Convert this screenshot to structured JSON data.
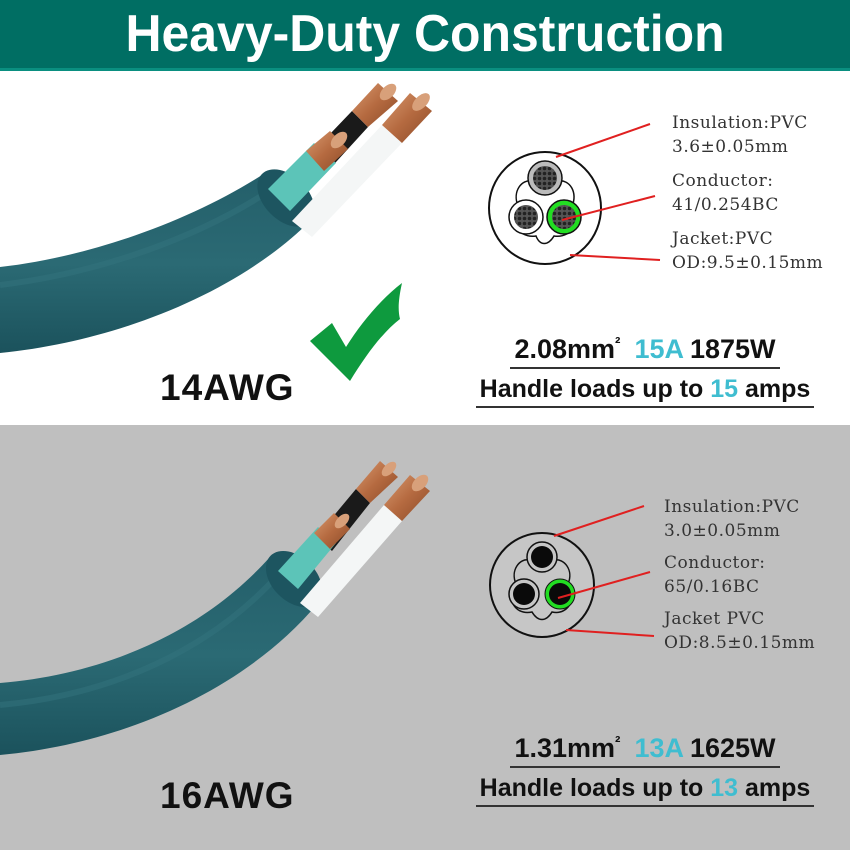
{
  "header": {
    "title": "Heavy-Duty Construction"
  },
  "colors": {
    "header_bg": "#006e63",
    "cable_jacket": "#1e5a65",
    "accent_cyan": "#3fbdd0",
    "check_green": "#0e9a3e",
    "bottom_bg": "#bfbfbf",
    "pointer_red": "#e02020",
    "insulation_green": "#22dd22"
  },
  "top": {
    "gauge_label": "14AWG",
    "check_icon": "check-mark-icon",
    "specs": {
      "insulation_label": "Insulation:PVC",
      "insulation_value": "3.6±0.05mm",
      "conductor_label": "Conductor:",
      "conductor_value": "41/0.254BC",
      "jacket_label": "Jacket:PVC",
      "jacket_value": "OD:9.5±0.15mm"
    },
    "rating": {
      "area": "2.08mm",
      "area_sup": "²",
      "amps": "15A",
      "watts": "1875W",
      "load_prefix": "Handle loads up to",
      "load_value": "15",
      "load_suffix": "amps"
    }
  },
  "bottom": {
    "gauge_label": "16AWG",
    "specs": {
      "insulation_label": "Insulation:PVC",
      "insulation_value": "3.0±0.05mm",
      "conductor_label": "Conductor:",
      "conductor_value": "65/0.16BC",
      "jacket_label": "Jacket PVC",
      "jacket_value": "OD:8.5±0.15mm"
    },
    "rating": {
      "area": "1.31mm",
      "area_sup": "²",
      "amps": "13A",
      "watts": "1625W",
      "load_prefix": "Handle loads up to",
      "load_value": "13",
      "load_suffix": "amps"
    }
  }
}
